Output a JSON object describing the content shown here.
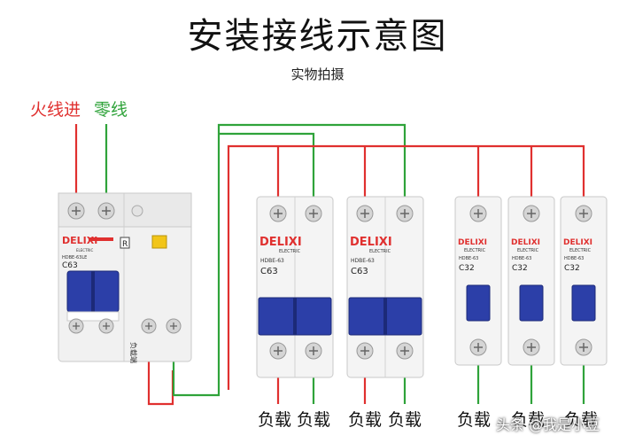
{
  "title": "安装接线示意图",
  "subtitle": "实物拍摄",
  "labels": {
    "live_in": "火线进",
    "neutral": "零线"
  },
  "colors": {
    "live": "#e0302f",
    "neutral": "#2fa33a",
    "brand": "#e0302f",
    "handle": "#2c3fa8"
  },
  "main_breaker": {
    "brand": "DELIXI",
    "sub": "ELECTRIC",
    "model": "HDBE-63LE",
    "rating": "C63",
    "reset_key": "R",
    "load_label": "负载端"
  },
  "breakers": [
    {
      "brand": "DELIXI",
      "sub": "ELECTRIC",
      "model": "HDBE-63",
      "rating": "C63"
    },
    {
      "brand": "DELIXI",
      "sub": "ELECTRIC",
      "model": "HDBE-63",
      "rating": "C63"
    },
    {
      "brand": "DELIXI",
      "sub": "ELECTRIC",
      "model": "HDBE-63",
      "rating": "C32"
    },
    {
      "brand": "DELIXI",
      "sub": "ELECTRIC",
      "model": "HDBE-63",
      "rating": "C32"
    },
    {
      "brand": "DELIXI",
      "sub": "ELECTRIC",
      "model": "HDBE-63",
      "rating": "C32"
    }
  ],
  "loads": [
    "负载",
    "负载",
    "负载",
    "负载",
    "负载",
    "负载",
    "负载"
  ],
  "watermark": "头条 @我是小豆"
}
